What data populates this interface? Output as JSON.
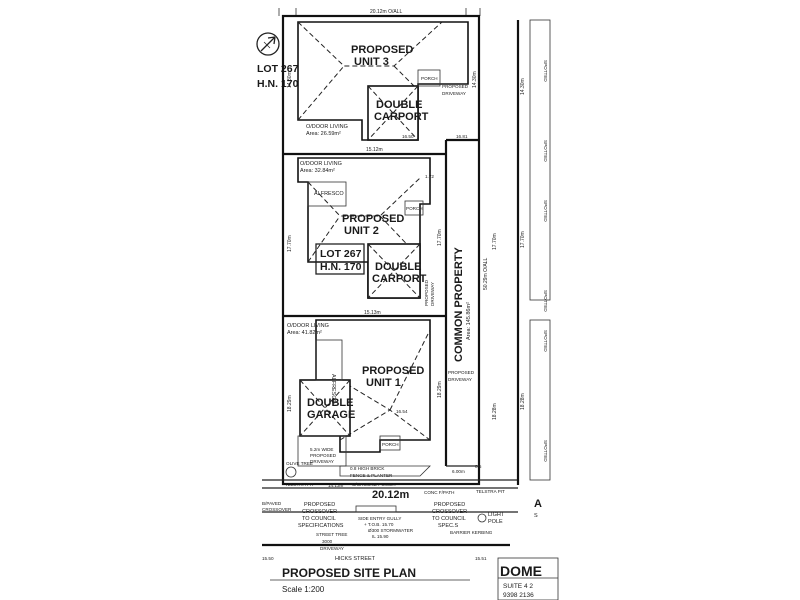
{
  "lot_left": {
    "line1": "LOT 267",
    "line2": "H.N. 170"
  },
  "top_boundary": "20.12m O/ALL",
  "unit3": {
    "title1": "PROPOSED",
    "title2": "UNIT 3",
    "carport1": "DOUBLE",
    "carport2": "CARPORT",
    "porch": "PORCH",
    "driveway1": "PROPOSED",
    "driveway2": "DRIVEWAY",
    "outdoor1": "O/DOOR LIVING",
    "outdoor2": "Area: 26.59m²"
  },
  "unit2": {
    "title1": "PROPOSED",
    "title2": "UNIT 2",
    "carport1": "DOUBLE",
    "carport2": "CARPORT",
    "porch": "PORCH",
    "alfresco": "ALFRESCO",
    "driveway1": "PROPOSED",
    "driveway2": "DRIVEWAY",
    "outdoor1": "O/DOOR LIVING",
    "outdoor2": "Area: 32.84m²",
    "lot1": "LOT 267",
    "lot2": "H.N. 170"
  },
  "unit1": {
    "title1": "PROPOSED",
    "title2": "UNIT 1",
    "garage1": "DOUBLE",
    "garage2": "GARAGE",
    "porch": "PORCH",
    "alfresco": "ALFRESCO",
    "driveway1": "PROPOSED",
    "driveway2": "DRIVEWAY",
    "outdoor1": "O/DOOR LIVING",
    "outdoor2": "Area: 41.82m²",
    "wide1": "5.2m WIDE",
    "wide2": "PROPOSED",
    "wide3": "DRIVEWAY"
  },
  "common": {
    "label": "COMMON PROPERTY",
    "area": "Area: 145.86m²"
  },
  "dims": {
    "u3_width": "",
    "u2_width": "15.12m",
    "u1_width": "15.13m",
    "u3_height": "14.30m",
    "u2_height": "17.70m",
    "u1_height": "18.29m",
    "right_u3": "14.30m",
    "right_u2": "17.70m",
    "right_u1": "18.28m",
    "overall_right": "50.29m O/ALL",
    "front": "20.12m",
    "front_inner": "14.13m",
    "common_front": "6.00m",
    "u2_depth": "17.70m",
    "u1_depth": "18.29m",
    "small1": "16.50",
    "small2": "1.72",
    "small3": "16.81",
    "small4": "16.54",
    "small5": "0.5"
  },
  "street_items": {
    "fence1": "0.8 HIGH BRICK",
    "fence2": "FENCE & PLANTER",
    "power": "U/GROUND POWER",
    "footpath": "CONC F/PATH",
    "telstra_l": "TELSTRA PIT",
    "telstra_r": "TELSTRA PIT",
    "olive": "OLIVE TREE",
    "bpaved1": "B/PAVED",
    "bpaved2": "CROSSOVER",
    "crossover_l1": "PROPOSED",
    "crossover_l2": "CROSSOVER",
    "crossover_l3": "TO COUNCIL",
    "crossover_l4": "SPECIFICATIONS",
    "gully1": "SIDE ENTRY GULLY",
    "gully2": "+ T.O.B. 15.70",
    "gully3": "Ø300 STORMWATER",
    "gully4": "IL 15.90",
    "crossover_r1": "PROPOSED",
    "crossover_r2": "CROSSOVER",
    "crossover_r3": "TO COUNCIL",
    "crossover_r4": "SPEC.S",
    "light1": "LIGHT",
    "light2": "POLE",
    "barrier": "BARRIER KERBING",
    "street_tree": "STREET TREE",
    "driveway_w1": "3000",
    "driveway_w2": "DRIVEWAY",
    "street": "HICKS STREET",
    "lev_l": "15.50",
    "lev_r": "15.51"
  },
  "neighbour": {
    "text1": "SPOTTED",
    "letter": "A",
    "letter2": "S",
    "dim1": "14.30m",
    "dim2": "17.70m",
    "dim3": "18.28m"
  },
  "title": {
    "heading": "PROPOSED SITE PLAN",
    "scale": "Scale 1:200"
  },
  "titleblock": {
    "name": "DOME",
    "line1": "SUITE 4 2",
    "line2": "9398 2136"
  }
}
